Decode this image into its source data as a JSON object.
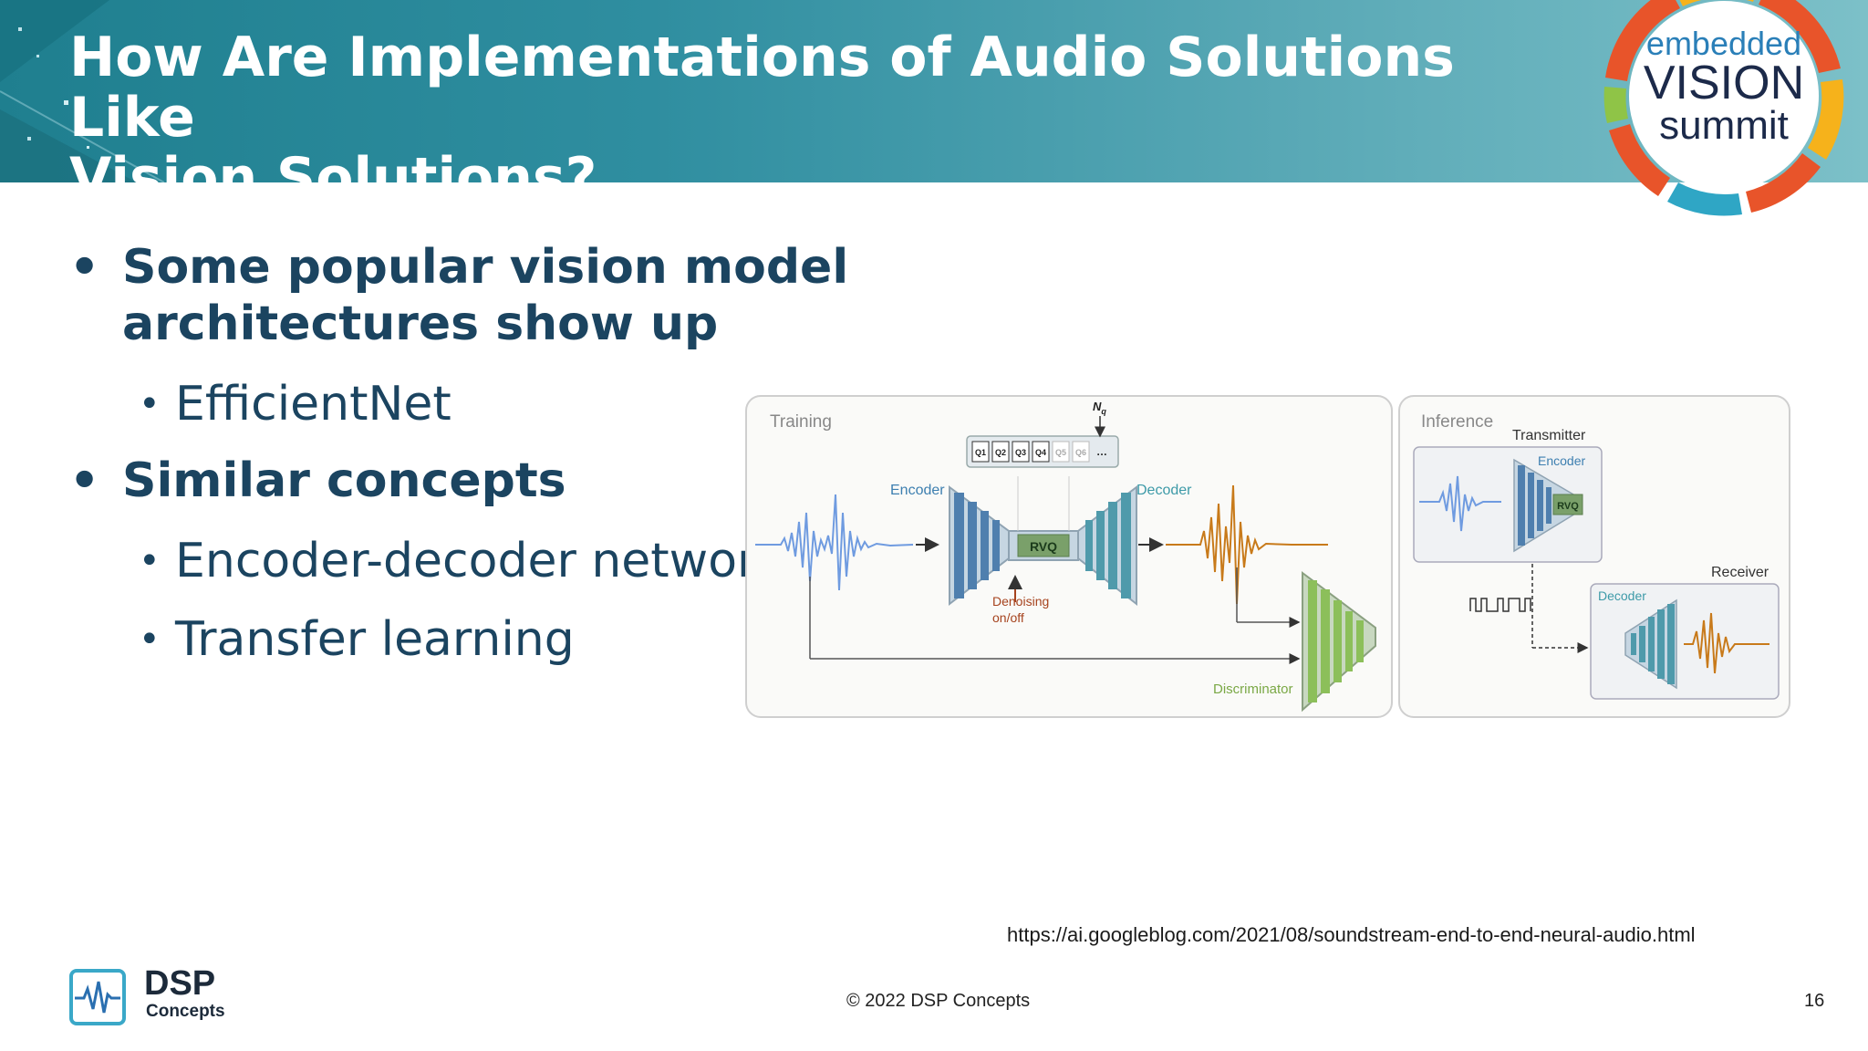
{
  "header": {
    "title_line1": "How Are Implementations of Audio Solutions Like",
    "title_line2": "Vision Solutions?"
  },
  "brand_logo": {
    "line1": "embedded",
    "line2": "VISION",
    "line3": "summit",
    "colors": [
      "#e8542a",
      "#f6b21b",
      "#2fa6c5",
      "#8fc447"
    ]
  },
  "bullets": [
    {
      "level": 1,
      "line1": "Some popular vision model",
      "line2": "architectures show up"
    },
    {
      "level": 2,
      "text": "EfficientNet"
    },
    {
      "level": 1,
      "line1": "Similar concepts"
    },
    {
      "level": 2,
      "text": "Encoder-decoder network"
    },
    {
      "level": 2,
      "text": "Transfer learning"
    }
  ],
  "figure": {
    "training": {
      "label": "Training",
      "nq": "N",
      "nq_sub": "q",
      "q_boxes": [
        "Q1",
        "Q2",
        "Q3",
        "Q4",
        "Q5",
        "Q6"
      ],
      "ellipsis": "…",
      "encoder": "Encoder",
      "decoder": "Decoder",
      "rvq": "RVQ",
      "denoise_1": "Denoising",
      "denoise_2": "on/off",
      "discriminator": "Discriminator"
    },
    "inference": {
      "label": "Inference",
      "transmitter": "Transmitter",
      "encoder": "Encoder",
      "rvq": "RVQ",
      "receiver": "Receiver",
      "decoder": "Decoder"
    }
  },
  "footer": {
    "url": "https://ai.googleblog.com/2021/08/soundstream-end-to-end-neural-audio.html",
    "copyright": "© 2022 DSP Concepts",
    "page": "16",
    "company_name": "DSP",
    "company_sub": "Concepts"
  }
}
